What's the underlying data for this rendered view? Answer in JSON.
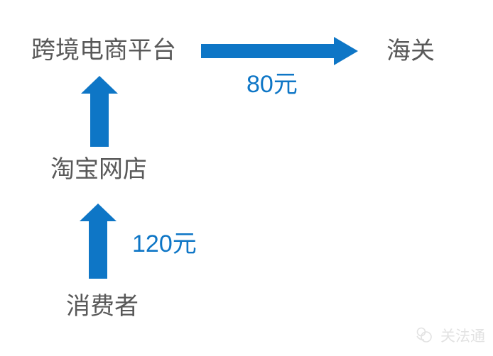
{
  "colors": {
    "arrow": "#0e76c6",
    "amount": "#0e76c6",
    "node": "#595959",
    "watermark": "#e2e2e2",
    "background": "#ffffff"
  },
  "diagram": {
    "nodes": [
      {
        "id": "platform",
        "label": "跨境电商平台"
      },
      {
        "id": "customs",
        "label": "海关"
      },
      {
        "id": "taobao",
        "label": "淘宝网店"
      },
      {
        "id": "consumer",
        "label": "消费者"
      }
    ],
    "edges": [
      {
        "from": "跨境电商平台",
        "to": "海关",
        "direction": "right",
        "label": "80元"
      },
      {
        "from": "淘宝网店",
        "to": "跨境电商平台",
        "direction": "up"
      },
      {
        "from": "消费者",
        "to": "淘宝网店",
        "direction": "up",
        "label": "120元"
      }
    ]
  },
  "watermark": {
    "text": "关法通",
    "icon": "guanfatong-logo-icon"
  }
}
